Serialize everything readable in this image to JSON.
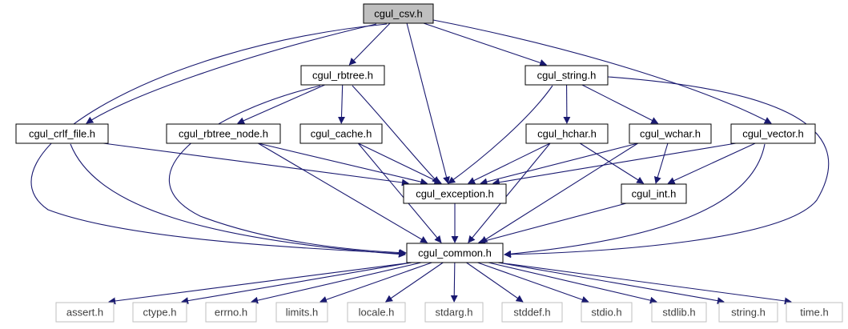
{
  "diagram": {
    "root": "cgul_csv.h",
    "colors": {
      "edge": "#191970",
      "node_border": "#000000",
      "root_fill": "#bfbfbf",
      "external_border": "#bfbfbf",
      "external_text": "#404040",
      "text": "#000000"
    },
    "nodes": {
      "csv": {
        "label": "cgul_csv.h",
        "kind": "root"
      },
      "rbtree": {
        "label": "cgul_rbtree.h",
        "kind": "internal"
      },
      "string": {
        "label": "cgul_string.h",
        "kind": "internal"
      },
      "crlf": {
        "label": "cgul_crlf_file.h",
        "kind": "internal"
      },
      "rbnode": {
        "label": "cgul_rbtree_node.h",
        "kind": "internal"
      },
      "cache": {
        "label": "cgul_cache.h",
        "kind": "internal"
      },
      "hchar": {
        "label": "cgul_hchar.h",
        "kind": "internal"
      },
      "wchar": {
        "label": "cgul_wchar.h",
        "kind": "internal"
      },
      "vector": {
        "label": "cgul_vector.h",
        "kind": "internal"
      },
      "exception": {
        "label": "cgul_exception.h",
        "kind": "internal"
      },
      "int": {
        "label": "cgul_int.h",
        "kind": "internal"
      },
      "common": {
        "label": "cgul_common.h",
        "kind": "internal"
      },
      "assert": {
        "label": "assert.h",
        "kind": "external"
      },
      "ctype": {
        "label": "ctype.h",
        "kind": "external"
      },
      "errno": {
        "label": "errno.h",
        "kind": "external"
      },
      "limits": {
        "label": "limits.h",
        "kind": "external"
      },
      "locale": {
        "label": "locale.h",
        "kind": "external"
      },
      "stdarg": {
        "label": "stdarg.h",
        "kind": "external"
      },
      "stddef": {
        "label": "stddef.h",
        "kind": "external"
      },
      "stdio": {
        "label": "stdio.h",
        "kind": "external"
      },
      "stdlib": {
        "label": "stdlib.h",
        "kind": "external"
      },
      "string_h": {
        "label": "string.h",
        "kind": "external"
      },
      "time": {
        "label": "time.h",
        "kind": "external"
      }
    },
    "edges": [
      [
        "csv",
        "rbtree"
      ],
      [
        "csv",
        "string"
      ],
      [
        "csv",
        "crlf"
      ],
      [
        "csv",
        "vector"
      ],
      [
        "csv",
        "exception"
      ],
      [
        "csv",
        "common"
      ],
      [
        "rbtree",
        "rbnode"
      ],
      [
        "rbtree",
        "cache"
      ],
      [
        "rbtree",
        "exception"
      ],
      [
        "rbtree",
        "common"
      ],
      [
        "string",
        "hchar"
      ],
      [
        "string",
        "wchar"
      ],
      [
        "string",
        "exception"
      ],
      [
        "string",
        "common"
      ],
      [
        "crlf",
        "exception"
      ],
      [
        "crlf",
        "common"
      ],
      [
        "rbnode",
        "exception"
      ],
      [
        "rbnode",
        "common"
      ],
      [
        "cache",
        "exception"
      ],
      [
        "cache",
        "common"
      ],
      [
        "hchar",
        "exception"
      ],
      [
        "hchar",
        "int"
      ],
      [
        "hchar",
        "common"
      ],
      [
        "wchar",
        "exception"
      ],
      [
        "wchar",
        "int"
      ],
      [
        "wchar",
        "common"
      ],
      [
        "vector",
        "exception"
      ],
      [
        "vector",
        "int"
      ],
      [
        "vector",
        "common"
      ],
      [
        "exception",
        "common"
      ],
      [
        "int",
        "common"
      ],
      [
        "common",
        "assert"
      ],
      [
        "common",
        "ctype"
      ],
      [
        "common",
        "errno"
      ],
      [
        "common",
        "limits"
      ],
      [
        "common",
        "locale"
      ],
      [
        "common",
        "stdarg"
      ],
      [
        "common",
        "stddef"
      ],
      [
        "common",
        "stdio"
      ],
      [
        "common",
        "stdlib"
      ],
      [
        "common",
        "string_h"
      ],
      [
        "common",
        "time"
      ]
    ]
  }
}
